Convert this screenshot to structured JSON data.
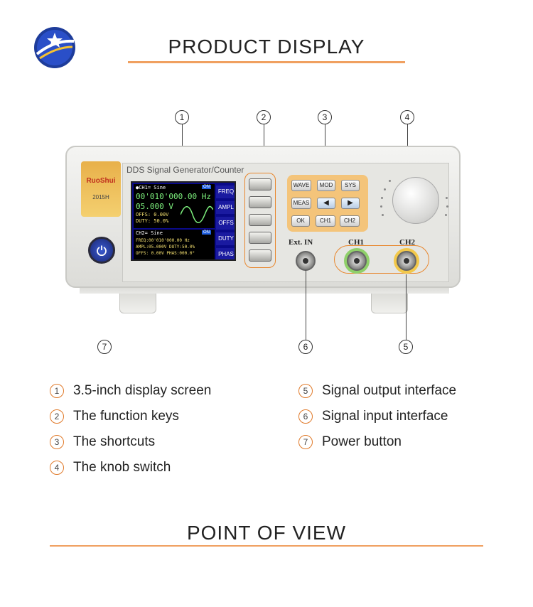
{
  "header": {
    "title": "PRODUCT DISPLAY",
    "accent_color": "#f0a060"
  },
  "device": {
    "brand": "RuoShui",
    "model": "2015H",
    "model_label": "DDS Signal Generator/Counter",
    "screen": {
      "ch1_header": "●CH1=  Sine",
      "ch1_freq": "00'010'000.00 Hz",
      "ch1_ampl": "05.000 V",
      "ch1_offs": "OFFS: 0.00V",
      "ch1_duty": "DUTY: 50.0%",
      "ch2_header": "CH2=  Sine",
      "ch2_line1": "FREQ:00'010'000.00 Hz",
      "ch2_line2": "AMPL:05.000V DUTY:50.0%",
      "ch2_line3": "OFFS: 0.00V PHAS:000.0°",
      "on_tag": "ON",
      "function_labels": [
        "FREQ",
        "AMPL",
        "OFFS",
        "DUTY",
        "PHAS"
      ]
    },
    "keypad": {
      "wave": "WAVE",
      "mod": "MOD",
      "sys": "SYS",
      "meas": "MEAS",
      "left": "◀",
      "right": "▶",
      "ok": "OK",
      "ch1": "CH1",
      "ch2": "CH2"
    },
    "ports": {
      "ext_in": "Ext. IN",
      "ch1": "CH1",
      "ch2": "CH2"
    }
  },
  "callouts": [
    "1",
    "2",
    "3",
    "4",
    "5",
    "6",
    "7"
  ],
  "legend": [
    {
      "num": "1",
      "text": "3.5-inch display screen"
    },
    {
      "num": "2",
      "text": "The function keys"
    },
    {
      "num": "3",
      "text": "The shortcuts"
    },
    {
      "num": "4",
      "text": "The knob switch"
    },
    {
      "num": "5",
      "text": "Signal output interface"
    },
    {
      "num": "6",
      "text": "Signal input interface"
    },
    {
      "num": "7",
      "text": "Power button"
    }
  ],
  "footer": {
    "title": "POINT OF VIEW"
  }
}
